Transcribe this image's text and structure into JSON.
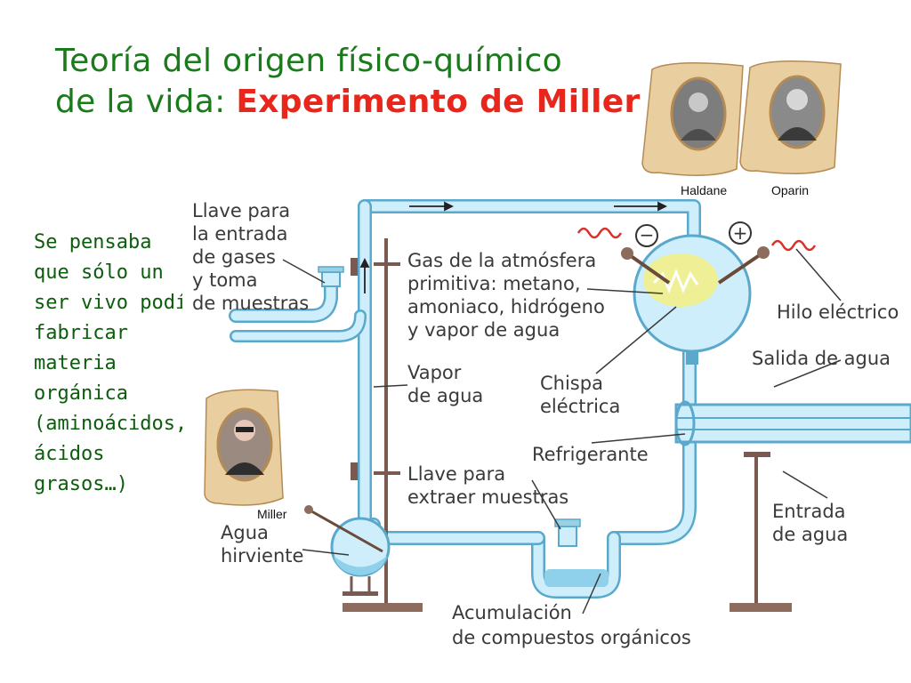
{
  "title": {
    "line1": "Teoría del origen físico-químico",
    "line2_prefix": "de la vida: ",
    "line2_highlight": "Experimento de Miller"
  },
  "side_text": {
    "lines": [
      "Se pensaba",
      "que sólo un",
      "ser vivo podía",
      "fabricar",
      "materia",
      "orgánica",
      "(aminoácidos,",
      "ácidos",
      "grasos…)"
    ]
  },
  "portraits": {
    "haldane": "Haldane",
    "oparin": "Oparin",
    "miller": "Miller"
  },
  "diagram": {
    "labels": {
      "llave_gases": [
        "Llave para",
        "la entrada",
        "de gases",
        "y toma",
        "de muestras"
      ],
      "gas_atmosfera": [
        "Gas de la atmósfera",
        "primitiva: metano,",
        "amoniaco, hidrógeno",
        "y vapor de agua"
      ],
      "hilo_electrico": [
        "Hilo eléctrico"
      ],
      "salida_agua": [
        "Salida de agua"
      ],
      "vapor_agua": [
        "Vapor",
        "de agua"
      ],
      "chispa": [
        "Chispa",
        "eléctrica"
      ],
      "refrigerante": [
        "Refrigerante"
      ],
      "llave_extraer": [
        "Llave para",
        "extraer muestras"
      ],
      "entrada_agua": [
        "Entrada",
        "de agua"
      ],
      "agua_hirviente": [
        "Agua",
        "hirviente"
      ],
      "acumulacion": [
        "Acumulación",
        "de compuestos orgánicos"
      ]
    },
    "electrode_signs": {
      "negative": "−",
      "positive": "+"
    }
  },
  "colors": {
    "title_green": "#1b7a1b",
    "title_red": "#e8261b",
    "side_text_green": "#0d5c0d",
    "tube_blue": "#b9e2f2",
    "tube_outline": "#5aa9cc",
    "spark_yellow": "#f3f08a",
    "scroll_tan": "#e9cfa0"
  }
}
